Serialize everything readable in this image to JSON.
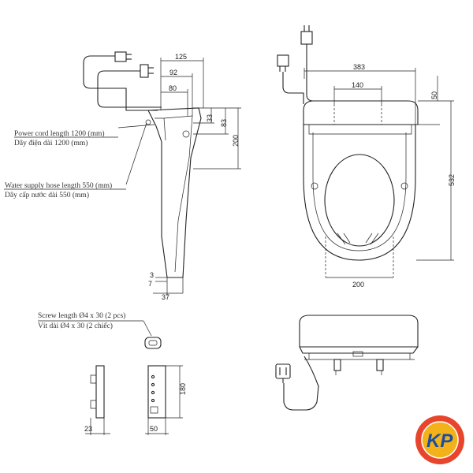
{
  "side_view": {
    "dimensions": {
      "d125": "125",
      "d92": "92",
      "d80": "80",
      "d33": "33",
      "d83": "83",
      "d200": "200",
      "d3": "3",
      "d7": "7",
      "d37": "37"
    },
    "notes": {
      "power_cord_en": "Power cord length 1200 (mm)",
      "power_cord_vi": "Dây điện dài 1200 (mm)",
      "hose_en": "Water supply hose length 550 (mm)",
      "hose_vi": "Dây cấp nước dài 550 (mm)"
    }
  },
  "top_view": {
    "dimensions": {
      "d383": "383",
      "d140": "140",
      "d50": "50",
      "d532": "532",
      "d200": "200"
    }
  },
  "bracket": {
    "notes": {
      "screw_en": "Screw length Ø4 x 30 (2 pcs)",
      "screw_vi": "Vít dài Ø4 x 30 (2 chiếc)"
    },
    "dimensions": {
      "d23": "23",
      "d180": "180",
      "d50": "50"
    }
  },
  "logo": {
    "text": "KP",
    "colors": {
      "ring": "#e8452c",
      "inner": "#f4b21a",
      "letters": "#1a4fa0"
    }
  }
}
